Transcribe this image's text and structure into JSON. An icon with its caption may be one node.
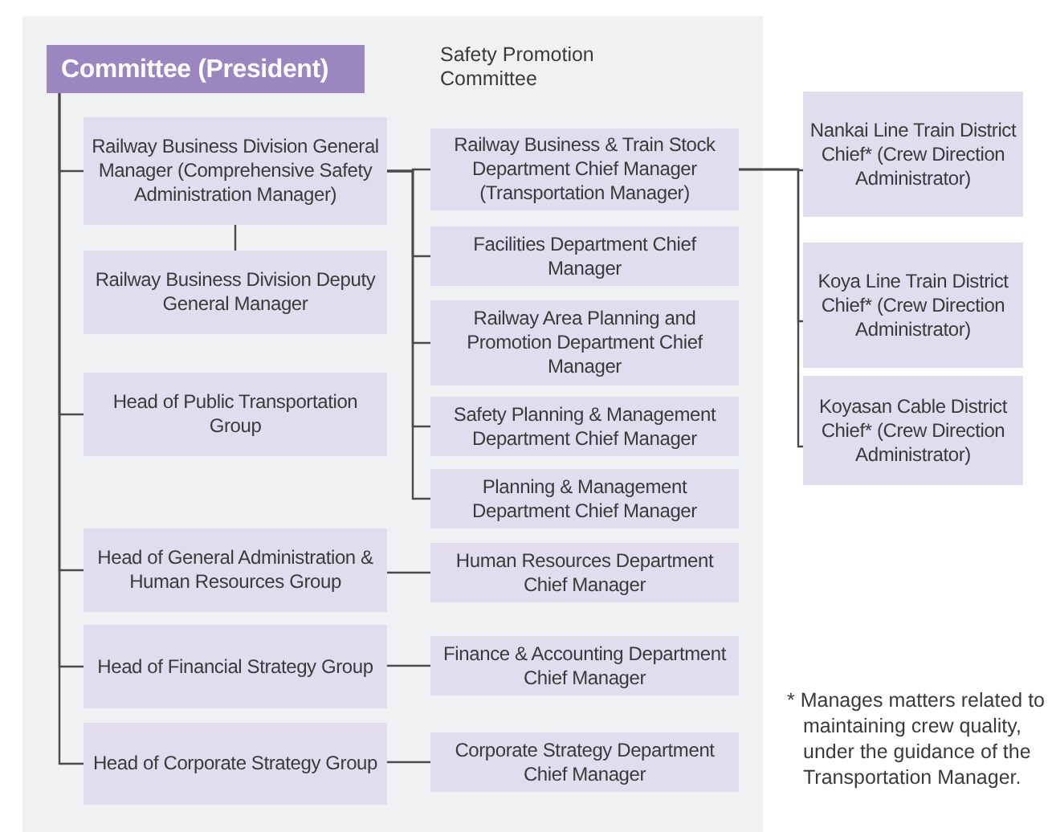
{
  "diagram": {
    "nodes": [
      {
        "text": [
          "Safety Promotion Committee"
        ]
      },
      {
        "text": [
          "Committee (President)"
        ],
        "in": 0
      },
      {
        "text": [
          "Railway Business Division General Manager (Comprehensive Safety Administration Manager)"
        ],
        "in": 0
      },
      {
        "text": [
          "Railway Business Division Deputy General Manager"
        ],
        "in": 0
      },
      {
        "text": [
          "Head of Public Transportation Group"
        ],
        "in": 0
      },
      {
        "text": [
          "Railway Business & Train Stock Department Chief Manager (Transportation Manager)"
        ],
        "in": 0
      },
      {
        "text": [
          "Facilities Department Chief Manager"
        ],
        "in": 0
      },
      {
        "text": [
          "Railway Area Planning and Promotion Department Chief Manager"
        ],
        "in": 0
      },
      {
        "text": [
          "Safety Planning & Management Department Chief Manager"
        ],
        "in": 0
      },
      {
        "text": [
          "Planning & Management Department Chief Manager"
        ],
        "in": 0
      },
      {
        "text": [
          "Head of General Administration & Human Resources Group"
        ],
        "in": 0
      },
      {
        "text": [
          "Human Resources Department Chief Manager"
        ],
        "in": 0
      },
      {
        "text": [
          "Head of Financial Strategy Group"
        ],
        "in": 0
      },
      {
        "text": [
          "Finance & Accounting Department Chief Manager"
        ],
        "in": 0
      },
      {
        "text": [
          "Head of Corporate Strategy Group"
        ],
        "in": 0
      },
      {
        "text": [
          "Corporate Strategy Department Chief Manager"
        ],
        "in": 0
      },
      {
        "text": [
          "Nankai Line Train District Chief* (Crew Direction Administrator)"
        ]
      },
      {
        "text": [
          "Koya Line Train District Chief* (Crew Direction Administrator)"
        ]
      },
      {
        "text": [
          "Koyasan Cable District Chief* (Crew Direction Administrator)"
        ]
      }
    ],
    "edges": [
      {
        "from": 1,
        "to": 2,
        "arrow": "none"
      },
      {
        "from": 1,
        "to": 4,
        "arrow": "none"
      },
      {
        "from": 1,
        "to": 10,
        "arrow": "none"
      },
      {
        "from": 1,
        "to": 12,
        "arrow": "none"
      },
      {
        "from": 1,
        "to": 14,
        "arrow": "none"
      },
      {
        "from": 2,
        "to": 3,
        "arrow": "none"
      },
      {
        "from": 2,
        "to": 5,
        "arrow": "none"
      },
      {
        "from": 2,
        "to": 6,
        "arrow": "none"
      },
      {
        "from": 2,
        "to": 7,
        "arrow": "none"
      },
      {
        "from": 2,
        "to": 8,
        "arrow": "none"
      },
      {
        "from": 2,
        "to": 9,
        "arrow": "none"
      },
      {
        "from": 10,
        "to": 11,
        "arrow": "none"
      },
      {
        "from": 12,
        "to": 13,
        "arrow": "none"
      },
      {
        "from": 14,
        "to": 15,
        "arrow": "none"
      },
      {
        "from": 5,
        "to": 16,
        "arrow": "none"
      },
      {
        "from": 5,
        "to": 17,
        "arrow": "none"
      },
      {
        "from": 5,
        "to": 18,
        "arrow": "none"
      }
    ],
    "labels": [
      "* Manages matters related to maintaining crew quality, under the guidance of the Transportation Manager."
    ]
  }
}
